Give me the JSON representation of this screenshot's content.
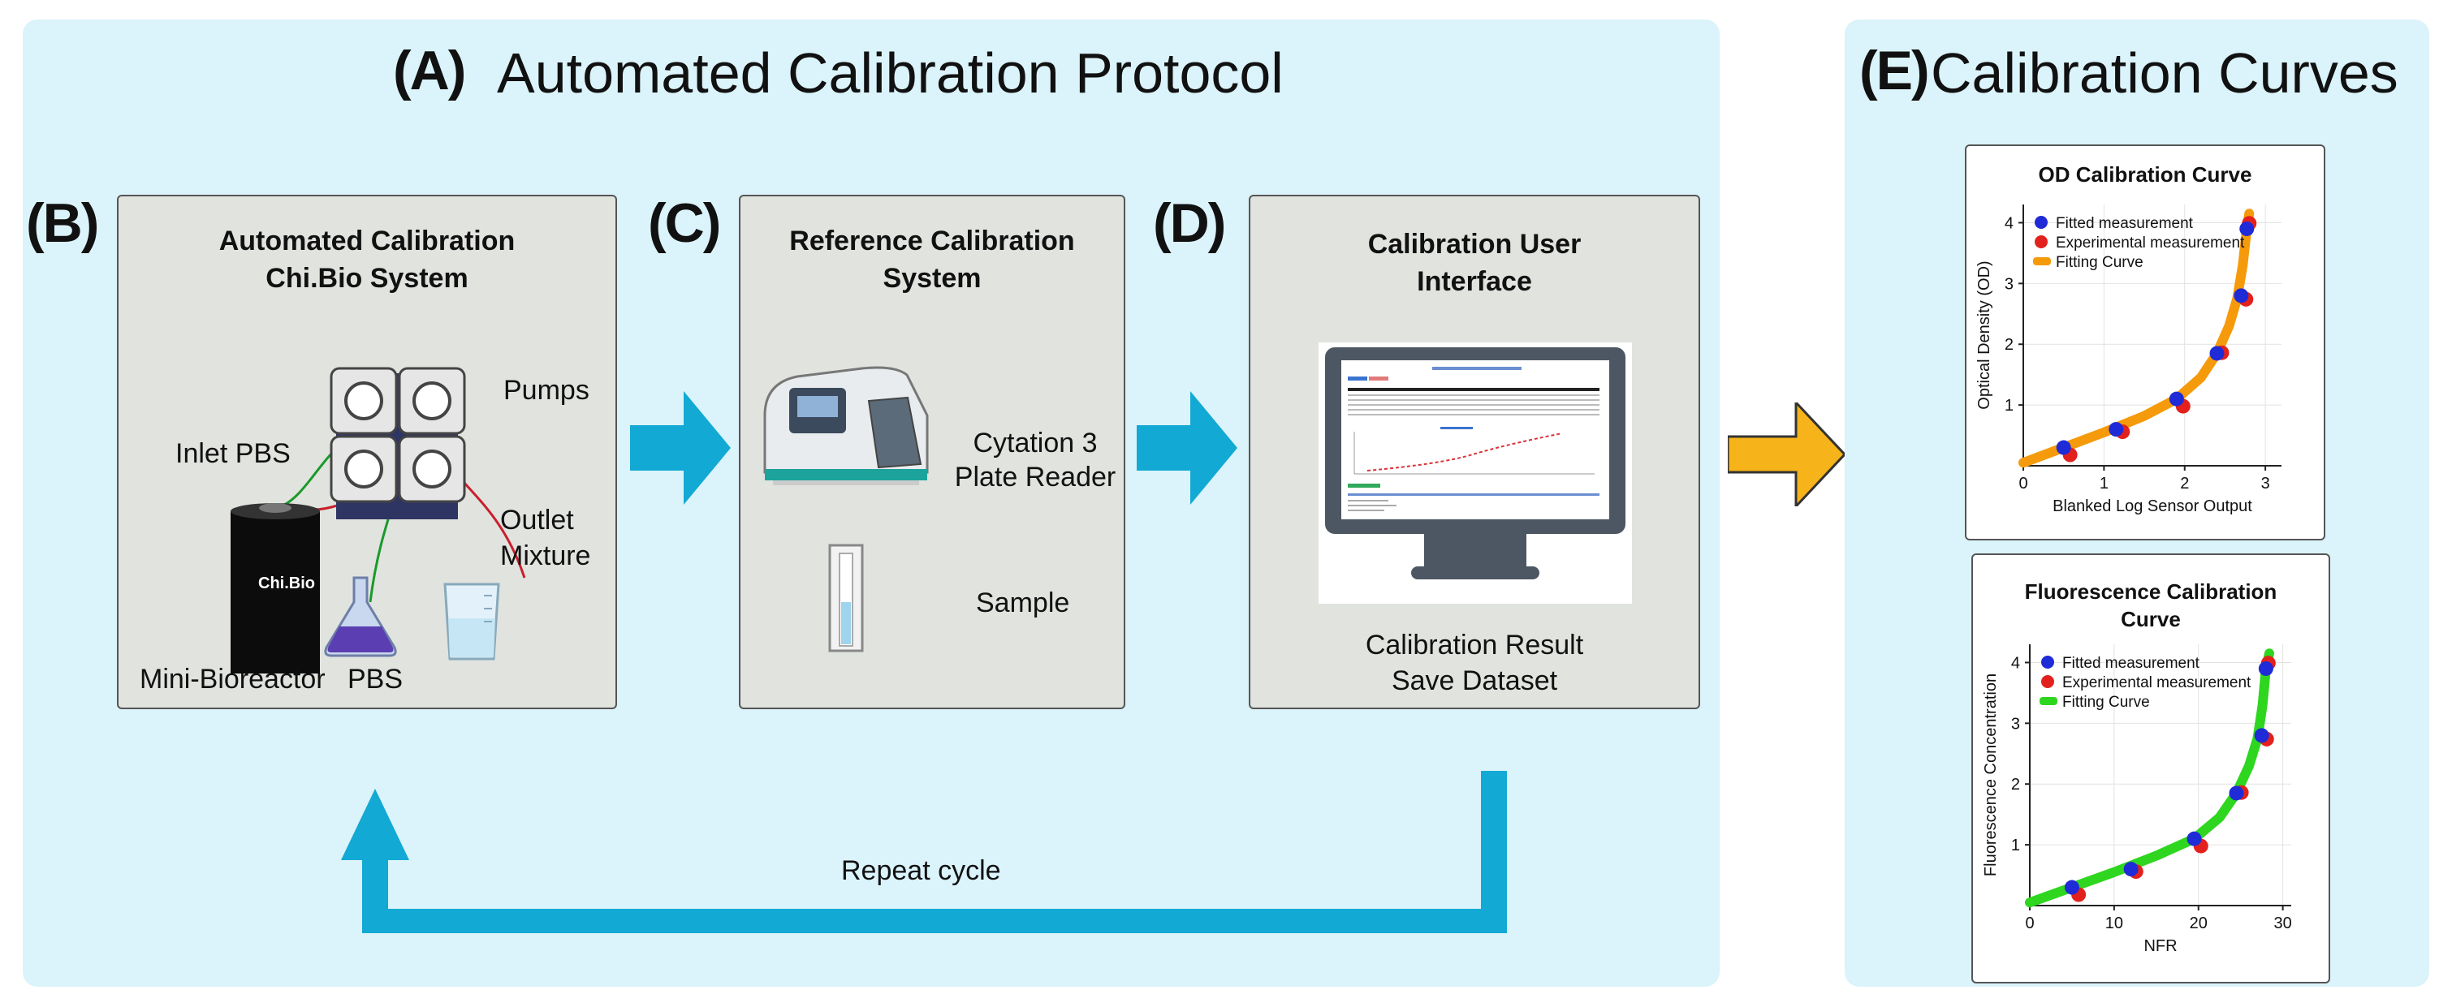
{
  "panel_a": {
    "tag": "(A)",
    "title": "Automated Calibration Protocol"
  },
  "panel_b": {
    "tag": "(B)",
    "title_line1": "Automated Calibration",
    "title_line2": "Chi.Bio System",
    "labels": {
      "pumps": "Pumps",
      "inlet": "Inlet PBS",
      "outlet_line1": "Outlet",
      "outlet_line2": "Mixture",
      "device": "Chi.Bio",
      "reactor": "Mini-Bioreactor",
      "pbs": "PBS"
    }
  },
  "panel_c": {
    "tag": "(C)",
    "title_line1": "Reference Calibration",
    "title_line2": "System",
    "labels": {
      "reader_line1": "Cytation 3",
      "reader_line2": "Plate Reader",
      "sample": "Sample"
    }
  },
  "panel_d": {
    "tag": "(D)",
    "title_line1": "Calibration User",
    "title_line2": "Interface",
    "labels": {
      "result_line1": "Calibration Result",
      "result_line2": "Save Dataset"
    }
  },
  "cycle": {
    "label": "Repeat cycle"
  },
  "panel_e": {
    "tag": "(E)",
    "title": "Calibration Curves"
  },
  "colors": {
    "panel_bg": "#dbf3fa",
    "arrow_blue": "#12a9d4",
    "arrow_orange": "#f7b31a",
    "fitted": "#1f2bd6",
    "experimental": "#e3211c",
    "od_curve": "#f59a0a",
    "fl_curve": "#2ed61f"
  },
  "chart_data": [
    {
      "type": "scatter",
      "title": "OD Calibration Curve",
      "xlabel": "Blanked Log Sensor Output",
      "ylabel": "Optical Density (OD)",
      "xlim": [
        0,
        3.2
      ],
      "ylim": [
        0,
        4.3
      ],
      "xticks": [
        0,
        1,
        2,
        3
      ],
      "yticks": [
        1,
        2,
        3,
        4
      ],
      "grid": true,
      "legend_position": "top-left",
      "series": [
        {
          "name": "Fitted measurement",
          "kind": "points",
          "x": [
            0.5,
            1.15,
            1.9,
            2.4,
            2.7,
            2.77
          ],
          "y": [
            0.3,
            0.6,
            1.1,
            1.85,
            2.8,
            3.9
          ]
        },
        {
          "name": "Experimental measurement",
          "kind": "points",
          "x": [
            0.55,
            1.2,
            1.95,
            2.43,
            2.73,
            2.77
          ],
          "y": [
            0.22,
            0.6,
            1.02,
            1.9,
            2.78,
            4.03
          ]
        },
        {
          "name": "Fitting Curve",
          "kind": "line",
          "x": [
            0,
            0.5,
            1.0,
            1.5,
            1.9,
            2.2,
            2.4,
            2.55,
            2.65,
            2.72,
            2.77,
            2.8
          ],
          "y": [
            0.05,
            0.3,
            0.55,
            0.82,
            1.1,
            1.45,
            1.85,
            2.3,
            2.75,
            3.3,
            3.9,
            4.15
          ]
        }
      ]
    },
    {
      "type": "scatter",
      "title_line1": "Fluorescence Calibration",
      "title_line2": "Curve",
      "xlabel": "NFR",
      "ylabel": "Fluorescence Concentration",
      "xlim": [
        0,
        31
      ],
      "ylim": [
        0,
        4.3
      ],
      "xticks": [
        0,
        10,
        20,
        30
      ],
      "yticks": [
        1,
        2,
        3,
        4
      ],
      "grid": true,
      "legend_position": "top-left",
      "series": [
        {
          "name": "Fitted measurement",
          "kind": "points",
          "x": [
            5,
            12,
            19.5,
            24.5,
            27.5,
            28
          ],
          "y": [
            0.3,
            0.6,
            1.1,
            1.85,
            2.8,
            3.9
          ]
        },
        {
          "name": "Experimental measurement",
          "kind": "points",
          "x": [
            5.5,
            12.3,
            20,
            24.8,
            27.8,
            28
          ],
          "y": [
            0.22,
            0.6,
            1.02,
            1.9,
            2.78,
            4.03
          ]
        },
        {
          "name": "Fitting Curve",
          "kind": "line",
          "x": [
            0,
            5,
            10,
            15,
            19.5,
            22.5,
            24.5,
            26,
            27,
            27.6,
            28,
            28.4
          ],
          "y": [
            0.05,
            0.3,
            0.55,
            0.82,
            1.1,
            1.45,
            1.85,
            2.3,
            2.75,
            3.3,
            3.9,
            4.15
          ]
        }
      ]
    }
  ]
}
